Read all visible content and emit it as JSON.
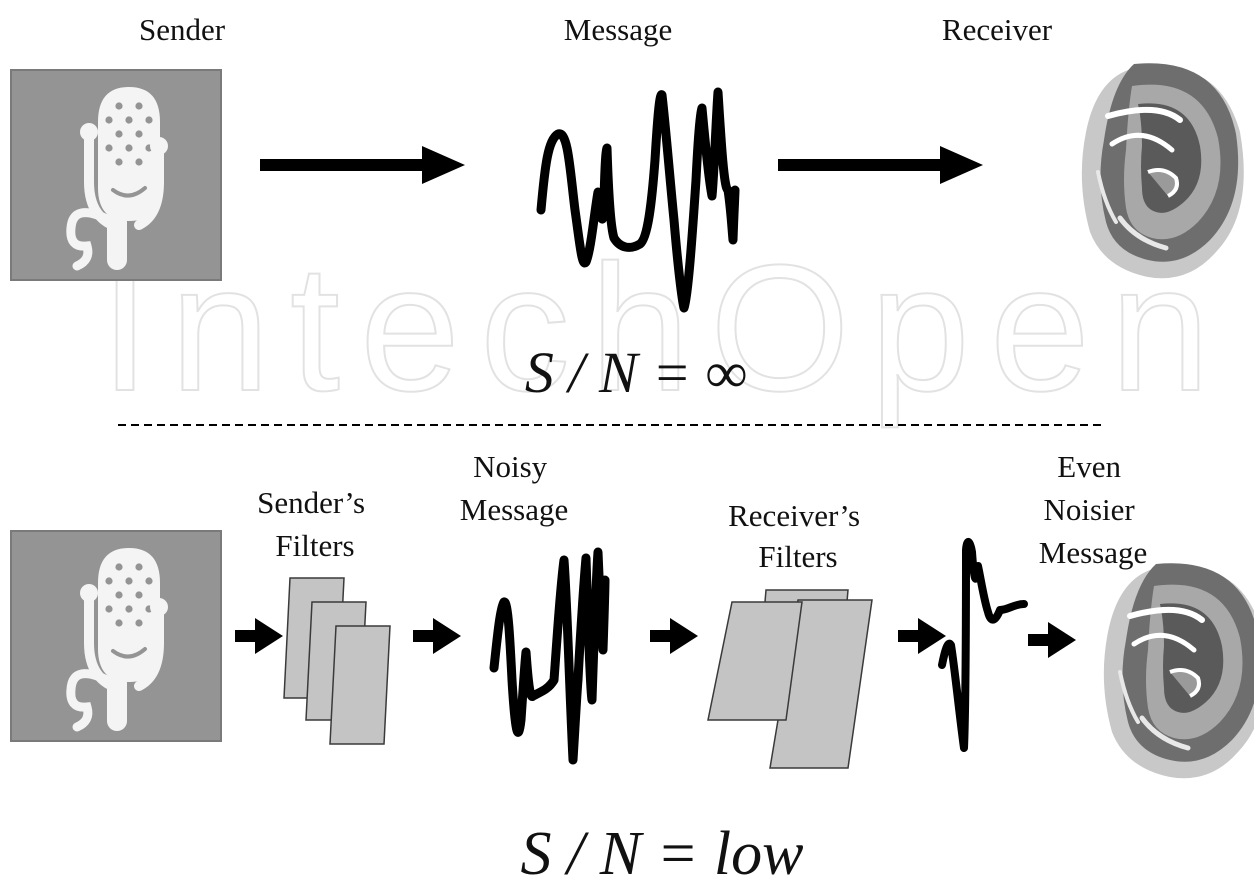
{
  "top": {
    "sender_label": "Sender",
    "message_label": "Message",
    "receiver_label": "Receiver",
    "equation": "S / N = ∞"
  },
  "bottom": {
    "senders_filters_label": [
      "Sender’s",
      "Filters"
    ],
    "noisy_message_label": [
      "Noisy",
      "Message"
    ],
    "receivers_filters_label": [
      "Receiver’s",
      "Filters"
    ],
    "even_noisier_label": [
      "Even",
      "Noisier",
      "Message"
    ],
    "equation": "S / N = low"
  },
  "watermark": "IntechOpen",
  "colors": {
    "panel_bg": "#949494",
    "filter_fill": "#c4c4c4",
    "ink": "#000000"
  },
  "icons": [
    "microphone-icon",
    "ear-icon",
    "arrow-right-icon",
    "waveform-icon",
    "filter-sheet-icon"
  ]
}
